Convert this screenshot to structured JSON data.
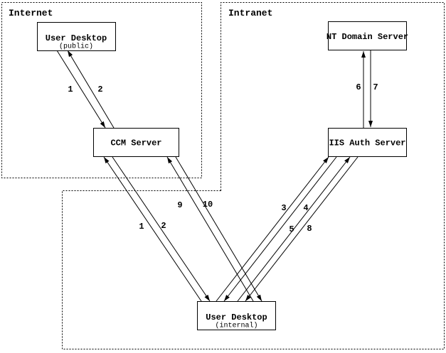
{
  "colors": {
    "background": "#ffffff",
    "line": "#000000",
    "text": "#000000"
  },
  "zones": [
    {
      "id": "internet",
      "label": "Internet"
    },
    {
      "id": "intranet",
      "label": "Intranet"
    }
  ],
  "nodes": [
    {
      "id": "user-desktop-public",
      "label": "User Desktop",
      "sublabel": "(public)"
    },
    {
      "id": "ccm-server",
      "label": "CCM Server"
    },
    {
      "id": "nt-domain-server",
      "label": "NT Domain Server"
    },
    {
      "id": "iis-auth-server",
      "label": "IIS Auth Server"
    },
    {
      "id": "user-desktop-internal",
      "label": "User Desktop",
      "sublabel": "(internal)"
    }
  ],
  "edges": [
    {
      "label": "1",
      "from": "user-desktop-public",
      "to": "ccm-server"
    },
    {
      "label": "2",
      "from": "ccm-server",
      "to": "user-desktop-public"
    },
    {
      "label": "1",
      "from": "user-desktop-internal",
      "to": "ccm-server"
    },
    {
      "label": "2",
      "from": "ccm-server",
      "to": "user-desktop-internal"
    },
    {
      "label": "9",
      "from": "user-desktop-internal",
      "to": "ccm-server"
    },
    {
      "label": "10",
      "from": "ccm-server",
      "to": "user-desktop-internal"
    },
    {
      "label": "3",
      "from": "user-desktop-internal",
      "to": "iis-auth-server"
    },
    {
      "label": "4",
      "from": "iis-auth-server",
      "to": "user-desktop-internal"
    },
    {
      "label": "5",
      "from": "user-desktop-internal",
      "to": "iis-auth-server"
    },
    {
      "label": "8",
      "from": "iis-auth-server",
      "to": "user-desktop-internal"
    },
    {
      "label": "6",
      "from": "iis-auth-server",
      "to": "nt-domain-server"
    },
    {
      "label": "7",
      "from": "nt-domain-server",
      "to": "iis-auth-server"
    }
  ]
}
